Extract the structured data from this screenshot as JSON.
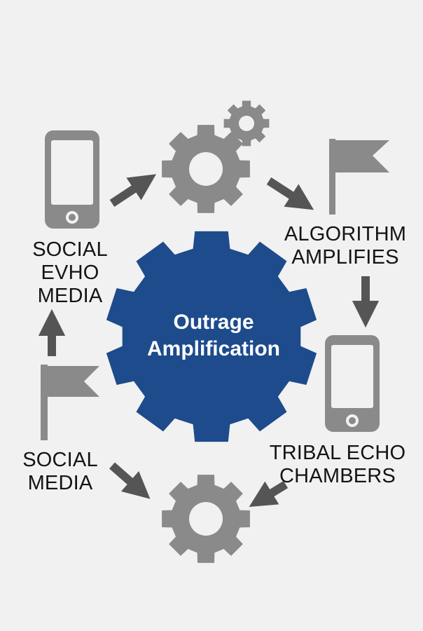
{
  "diagram": {
    "hub": {
      "line1": "Outrage",
      "line2": "Amplification",
      "color": "#1d4b8c"
    },
    "labels": {
      "social_evho_media": [
        "SOCIAL",
        "EVHO",
        "MEDIA"
      ],
      "algorithm_amplifies": [
        "ALGORITHM",
        "AMPLIFIES"
      ],
      "social_media": [
        "SOCIAL",
        "MEDIA"
      ],
      "tribal_echo_chambers": [
        "TRIBAL ECHO",
        "CHAMBERS"
      ]
    },
    "icons": [
      "smartphone-icon",
      "gear-pair-icon",
      "flag-icon",
      "smartphone-icon",
      "flag-icon",
      "gear-icon"
    ],
    "colors": {
      "background": "#f1f1f1",
      "icon_gray": "#8a8a8a",
      "arrow_gray": "#555555",
      "text": "#141414"
    }
  }
}
